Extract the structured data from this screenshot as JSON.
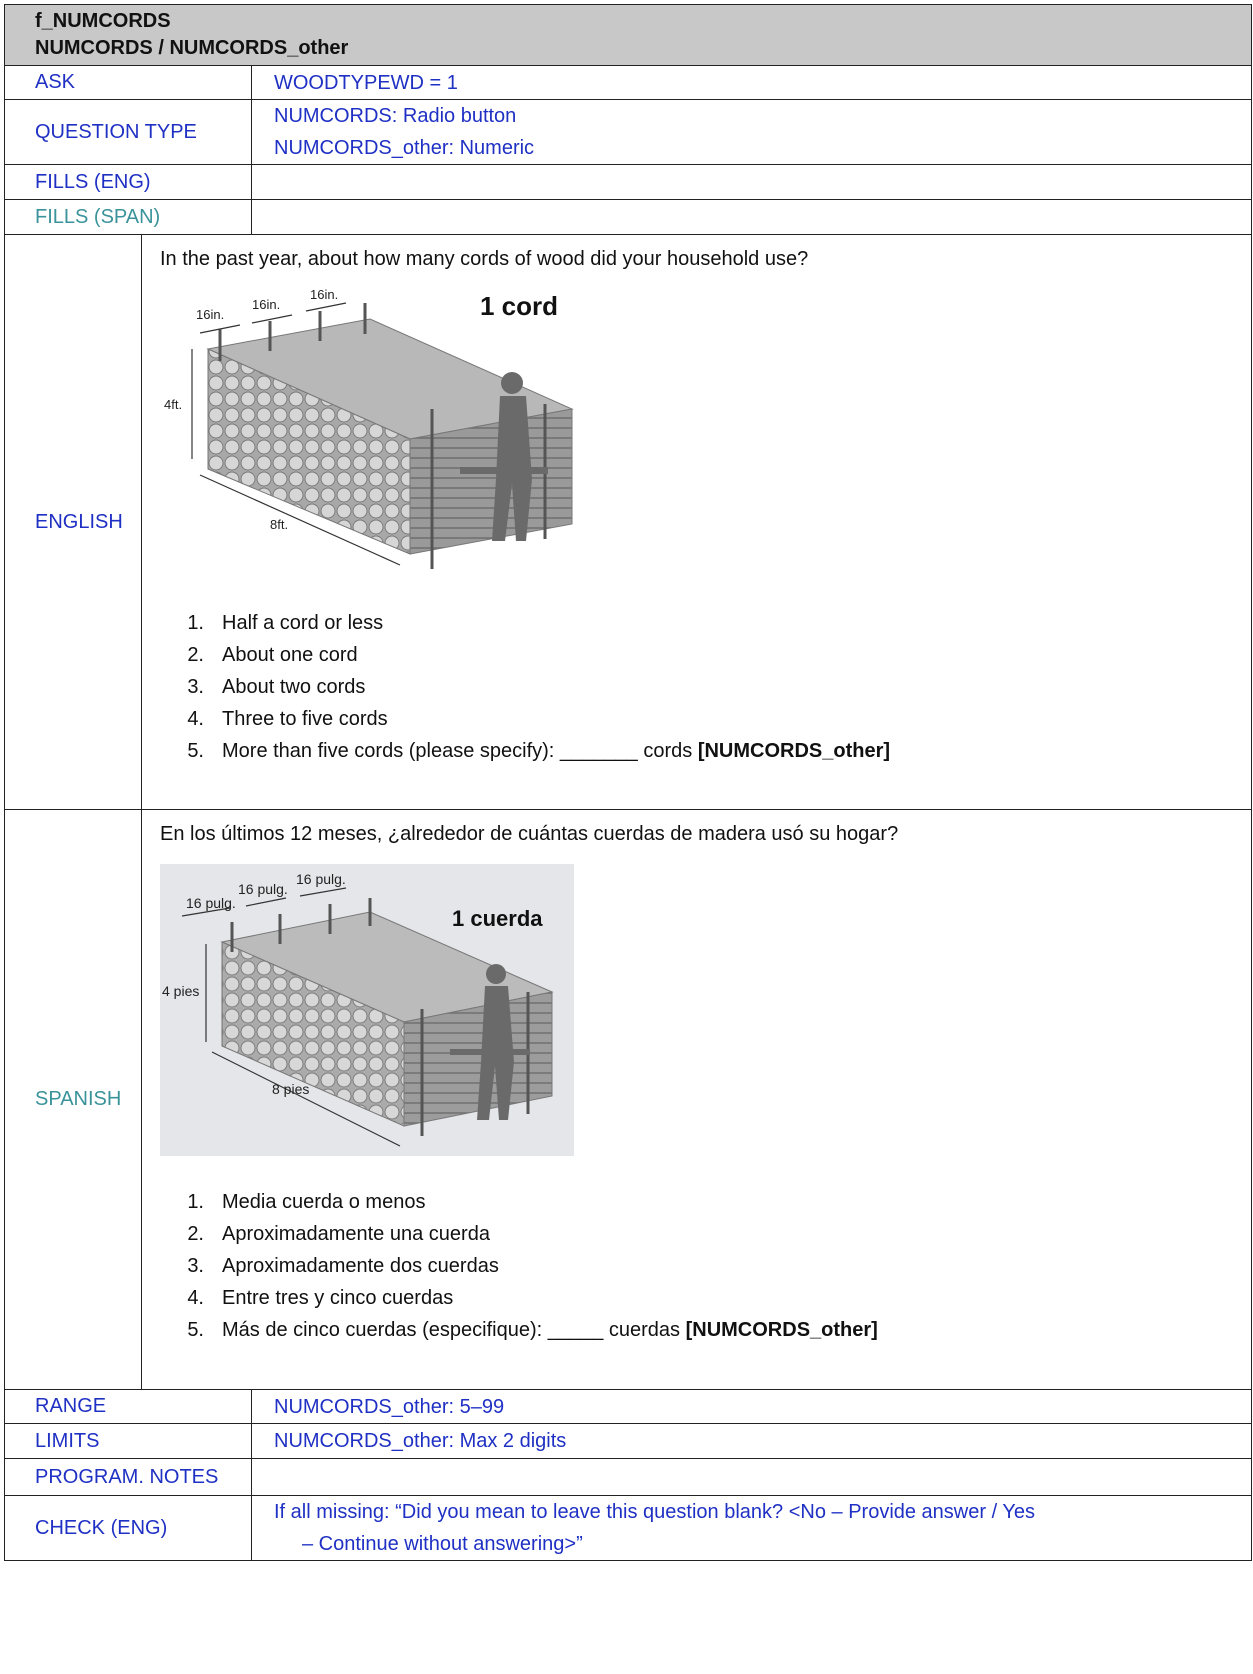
{
  "header": {
    "line1": "f_NUMCORDS",
    "line2": "NUMCORDS / NUMCORDS_other"
  },
  "rows": {
    "ask": {
      "label": "ASK",
      "value": "WOODTYPEWD = 1"
    },
    "question_type": {
      "label": "QUESTION TYPE",
      "value_line1": "NUMCORDS: Radio button",
      "value_line2": "NUMCORDS_other: Numeric"
    },
    "fills_eng": {
      "label": "FILLS (ENG)",
      "value": ""
    },
    "fills_span": {
      "label": "FILLS (SPAN)",
      "value": ""
    },
    "range": {
      "label": "RANGE",
      "value": "NUMCORDS_other: 5–99"
    },
    "limits": {
      "label": "LIMITS",
      "value": "NUMCORDS_other: Max 2 digits"
    },
    "program_notes": {
      "label": "PROGRAM. NOTES",
      "value": ""
    },
    "check_eng": {
      "label": "CHECK (ENG)",
      "value_line1": "If all missing: “Did you mean to leave this question blank? <No – Provide answer / Yes",
      "value_line2": "– Continue without answering>”"
    }
  },
  "english": {
    "label": "ENGLISH",
    "question": "In the past year, about how many cords of wood did your household use?",
    "figure": {
      "title": "1 cord",
      "width_labels": [
        "16in.",
        "16in.",
        "16in."
      ],
      "height_label": "4ft.",
      "length_label": "8ft."
    },
    "options": [
      {
        "num": "1.",
        "text": "Half a cord or less"
      },
      {
        "num": "2.",
        "text": "About one cord"
      },
      {
        "num": "3.",
        "text": "About two cords"
      },
      {
        "num": "4.",
        "text": "Three to five cords"
      },
      {
        "num": "5.",
        "text": "More than five cords (please specify): _______ cords ",
        "tag": "[NUMCORDS_other]"
      }
    ]
  },
  "spanish": {
    "label": "SPANISH",
    "question": "En los últimos 12 meses, ¿alrededor de cuántas cuerdas de madera usó su hogar?",
    "figure": {
      "title": "1 cuerda",
      "width_labels": [
        "16 pulg.",
        "16 pulg.",
        "16 pulg."
      ],
      "height_label": "4 pies",
      "length_label": "8 pies"
    },
    "options": [
      {
        "num": "1.",
        "text": "Media cuerda o menos"
      },
      {
        "num": "2.",
        "text": "Aproximadamente una cuerda"
      },
      {
        "num": "3.",
        "text": "Aproximadamente dos cuerdas"
      },
      {
        "num": "4.",
        "text": "Entre tres y cinco cuerdas"
      },
      {
        "num": "5.",
        "text": "Más de cinco cuerdas (especifique): _____ cuerdas ",
        "tag": "[NUMCORDS_other]"
      }
    ]
  },
  "colors": {
    "label_blue": "#1f30c4",
    "label_teal": "#3a939a",
    "header_gray": "#c8c8c8"
  }
}
